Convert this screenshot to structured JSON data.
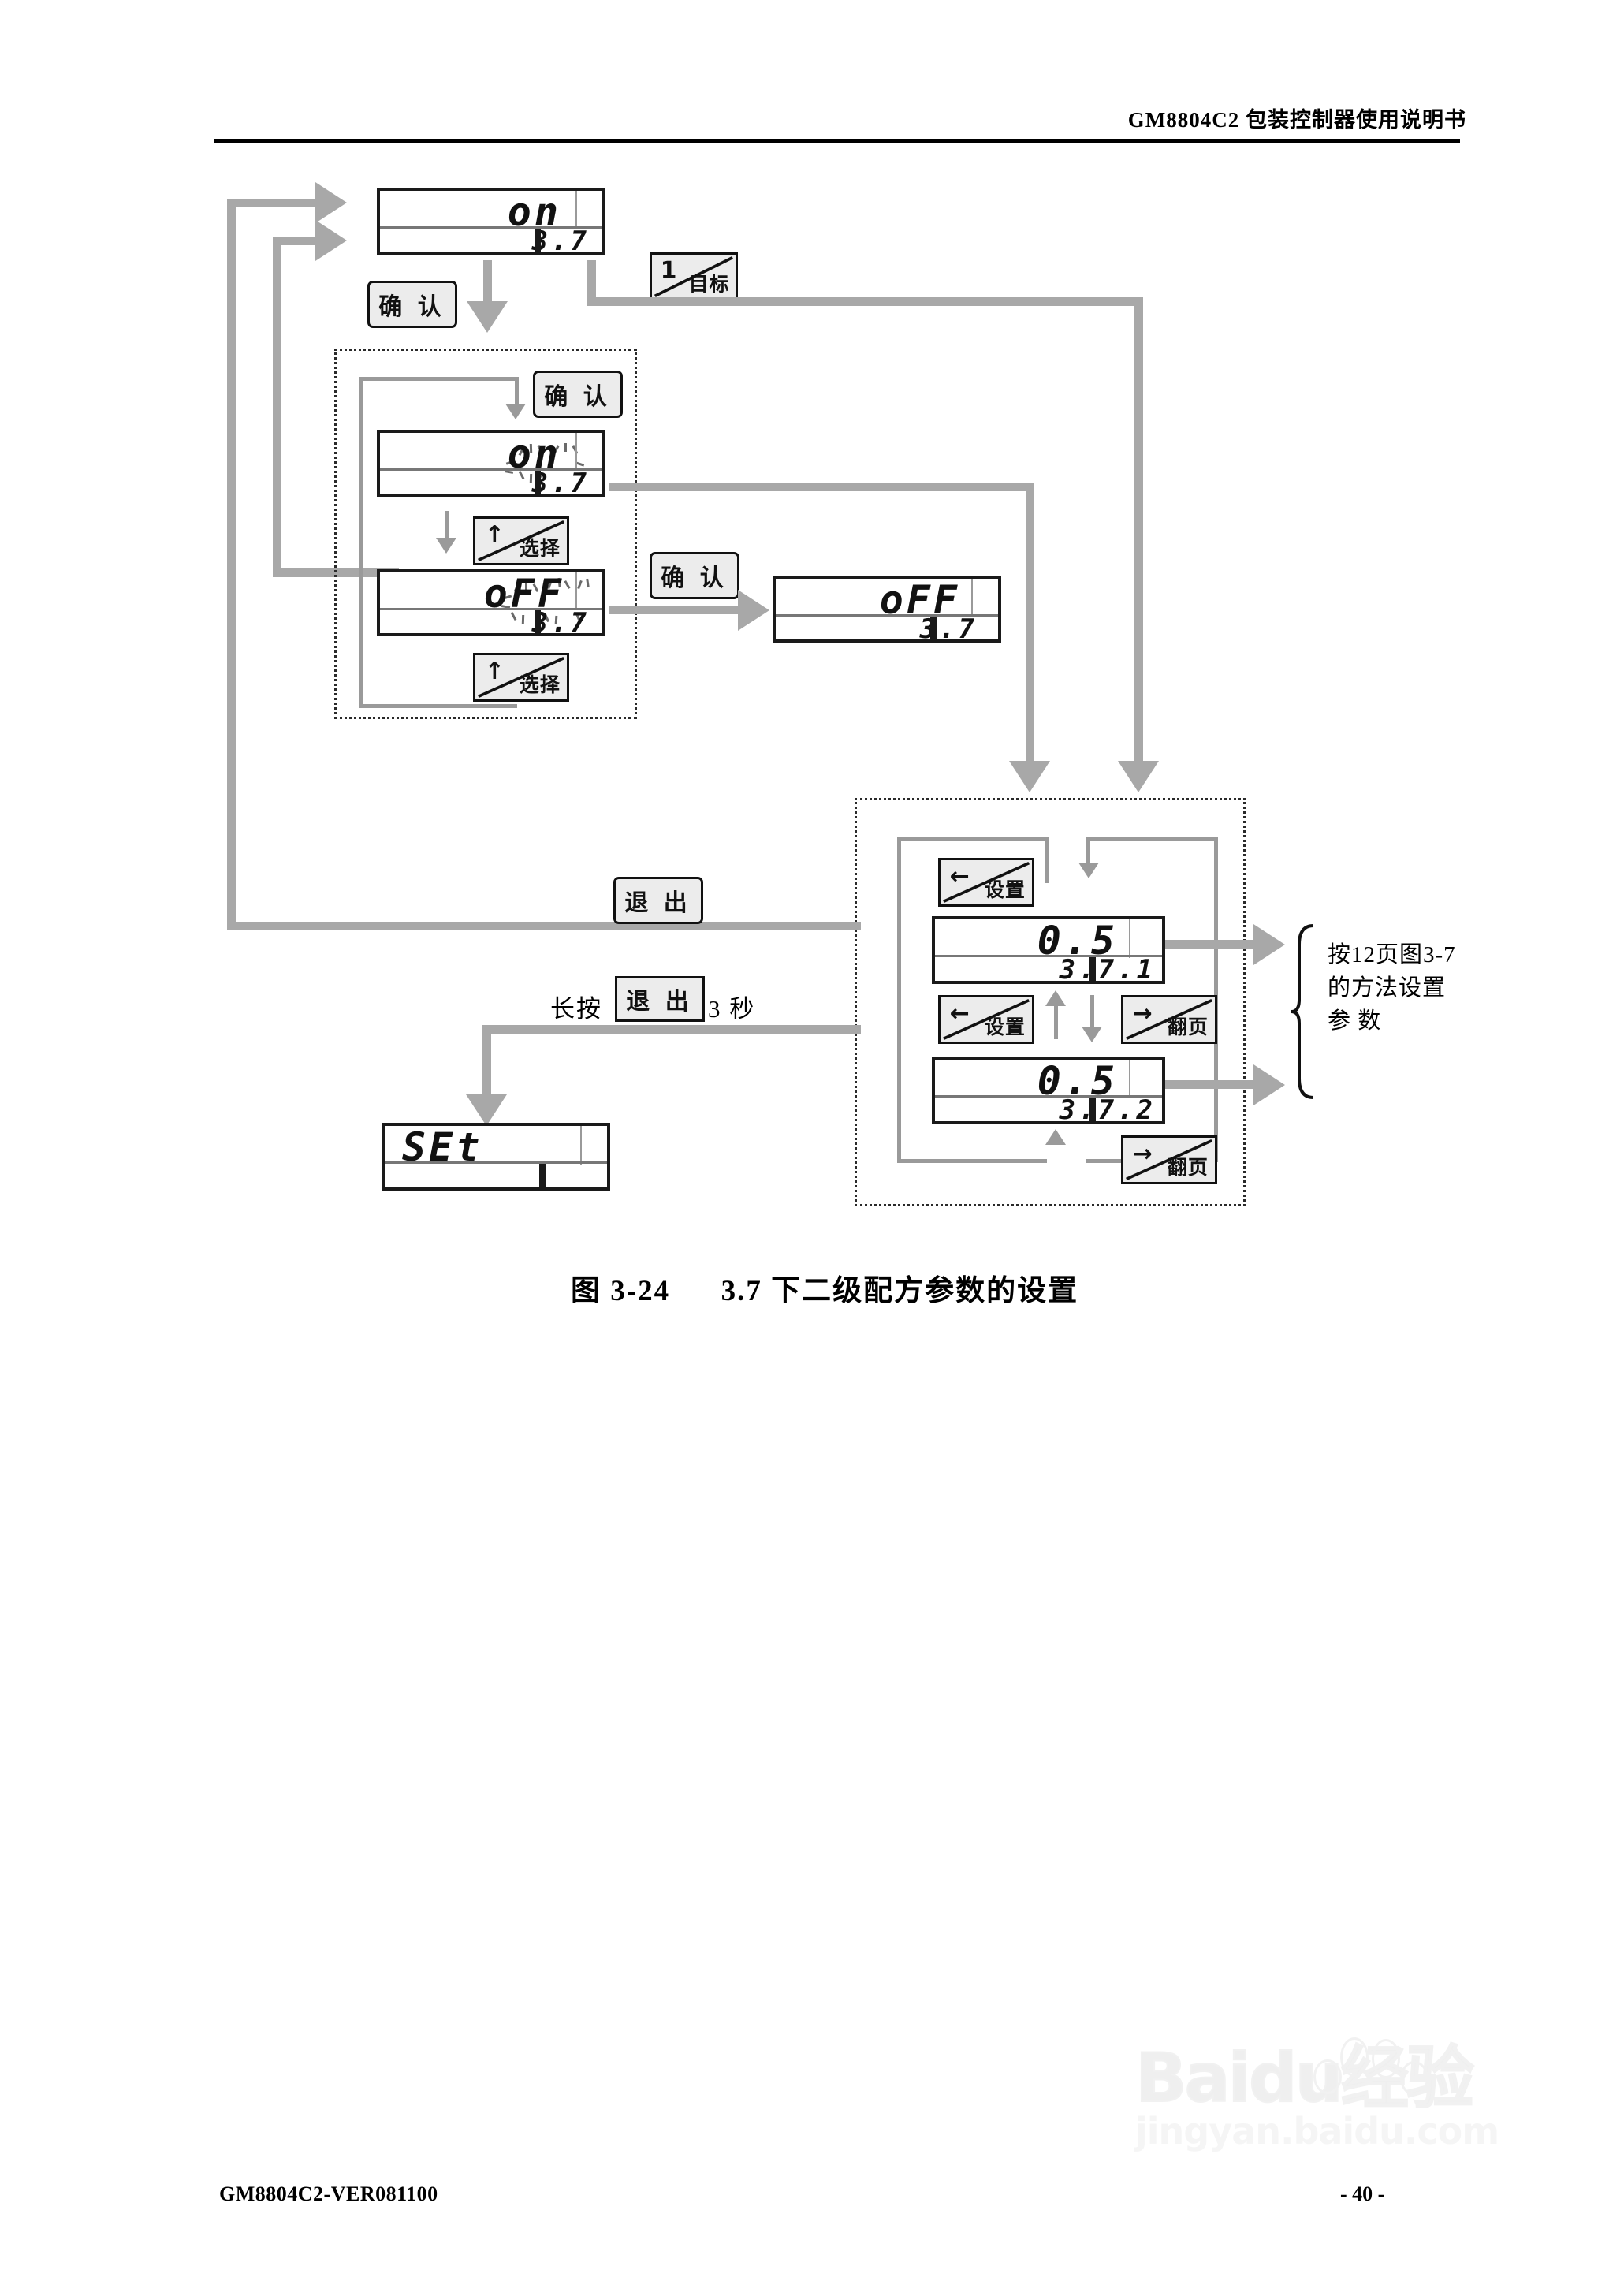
{
  "header": {
    "title": "GM8804C2 包装控制器使用说明书"
  },
  "footer": {
    "doc_code": "GM8804C2-VER081100",
    "page_number": "- 40 -"
  },
  "watermark": {
    "brand": "Baidu",
    "brand_cn": "经验",
    "url": "jingyan.baidu.com"
  },
  "caption": {
    "figure_no": "图 3-24",
    "figure_title": "3.7 下二级配方参数的设置"
  },
  "keys": {
    "confirm": "确 认",
    "exit": "退 出",
    "target_num": "1",
    "target_label": "目标",
    "select_arrow": "↑",
    "select_label": "选择",
    "setup_arrow": "←",
    "setup_label": "设置",
    "page_arrow": "→",
    "page_label": "翻页"
  },
  "labels": {
    "long_press_prefix": "长按",
    "long_press_suffix": "3 秒",
    "side_note": "按12页图3-7\n的方法设置\n参 数",
    "side_note_line1": "按12页图3-7",
    "side_note_line2": "的方法设置",
    "side_note_line3": "参 数"
  },
  "displays": {
    "on_top": {
      "name": "on-display",
      "main": "on",
      "sub": "3.7",
      "blinking": false,
      "align": "right"
    },
    "on_blink": {
      "name": "on-blinking-display",
      "main": "on",
      "sub": "3.7",
      "blinking": true,
      "align": "right"
    },
    "off_blink": {
      "name": "off-blinking-display",
      "main": "oFF",
      "sub": "3.7",
      "blinking": true,
      "align": "right"
    },
    "off_plain": {
      "name": "off-display",
      "main": "oFF",
      "sub": "3.7",
      "blinking": false,
      "align": "right"
    },
    "param_1": {
      "name": "param-display-371",
      "main": "0.5",
      "sub": "3.7.1",
      "blinking": false,
      "align": "right"
    },
    "param_2": {
      "name": "param-display-372",
      "main": "0.5",
      "sub": "3.7.2",
      "blinking": false,
      "align": "right"
    },
    "set_final": {
      "name": "set-display",
      "main": "SEt",
      "sub": "",
      "blinking": false,
      "align": "left"
    }
  },
  "colors": {
    "connector": "#a8a8a8",
    "connector_thin": "#9a9a9a",
    "lcd_border": "#1a1a1a",
    "key_face": "#ececec",
    "ghost": "#c9c9c9"
  }
}
